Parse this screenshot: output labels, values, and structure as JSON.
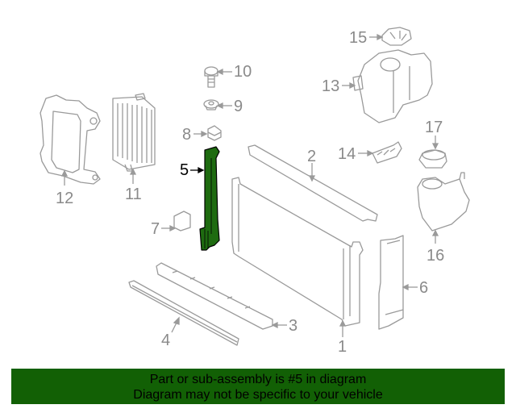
{
  "diagram": {
    "highlighted_part": "5",
    "highlight_color": "#1e6b10",
    "line_color": "#8a8a8a",
    "callouts": [
      {
        "id": "1",
        "label": "1"
      },
      {
        "id": "2",
        "label": "2"
      },
      {
        "id": "3",
        "label": "3"
      },
      {
        "id": "4",
        "label": "4"
      },
      {
        "id": "5",
        "label": "5"
      },
      {
        "id": "6",
        "label": "6"
      },
      {
        "id": "7",
        "label": "7"
      },
      {
        "id": "8",
        "label": "8"
      },
      {
        "id": "9",
        "label": "9"
      },
      {
        "id": "10",
        "label": "10"
      },
      {
        "id": "11",
        "label": "11"
      },
      {
        "id": "12",
        "label": "12"
      },
      {
        "id": "13",
        "label": "13"
      },
      {
        "id": "14",
        "label": "14"
      },
      {
        "id": "15",
        "label": "15"
      },
      {
        "id": "16",
        "label": "16"
      },
      {
        "id": "17",
        "label": "17"
      }
    ]
  },
  "banner": {
    "line1": "Part or sub-assembly is #5 in diagram",
    "line2": "Diagram may not be specific to your vehicle",
    "background": "#126005"
  }
}
